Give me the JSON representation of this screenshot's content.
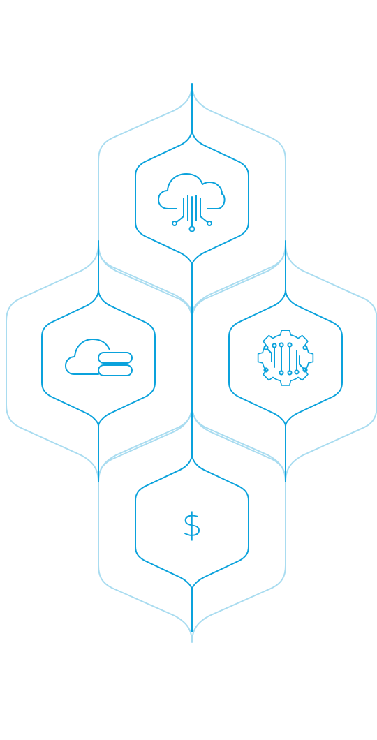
{
  "colors": {
    "primary": "#0aa2dc",
    "light": "#a9dcf0",
    "background": "#ffffff"
  },
  "nodes": [
    {
      "id": "cloud-network",
      "icon": "cloud-network-icon"
    },
    {
      "id": "cloud-server",
      "icon": "cloud-server-icon"
    },
    {
      "id": "gear-circuit",
      "icon": "gear-circuit-icon"
    },
    {
      "id": "finance",
      "icon": "dollar-icon",
      "symbol": "$"
    }
  ]
}
